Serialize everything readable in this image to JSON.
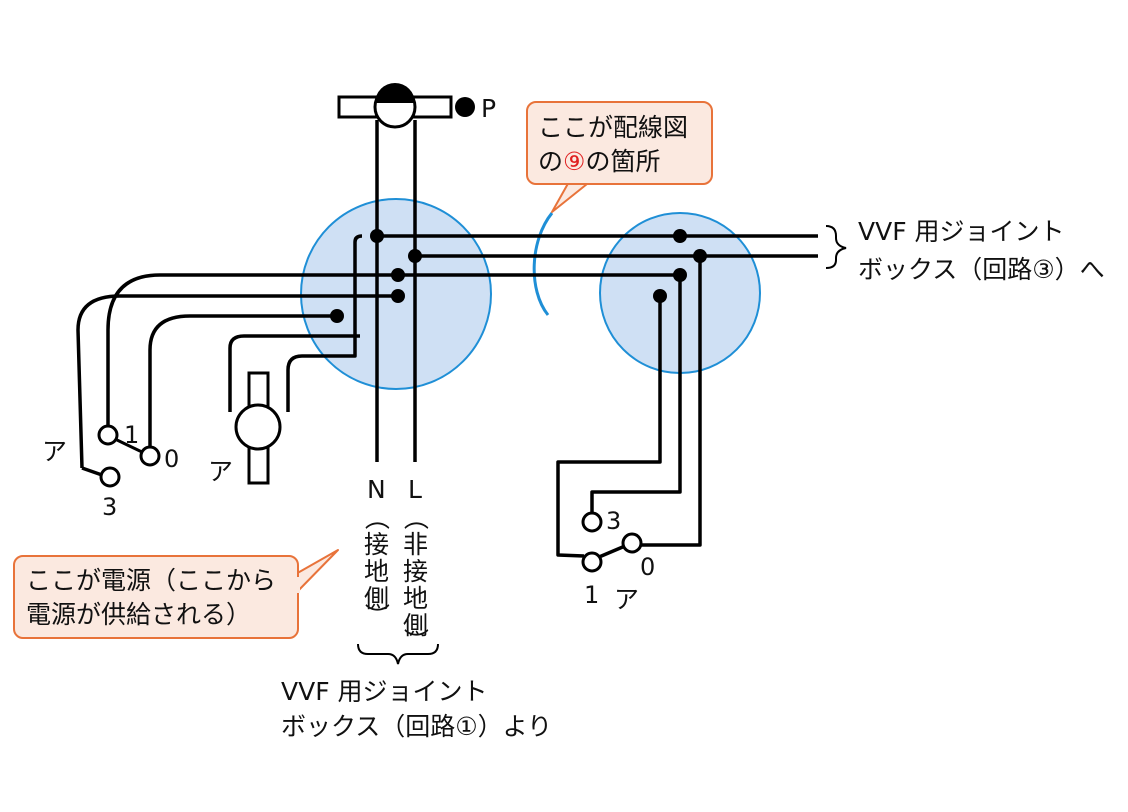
{
  "callout_top": {
    "line1": "ここが配線図",
    "line2_prefix": "の",
    "line2_mark": "⑨",
    "line2_suffix": "の箇所"
  },
  "callout_bottom": {
    "line1": "ここが電源（ここから",
    "line2": "電源が供給される）"
  },
  "lamp_label": "P",
  "right_box_label": {
    "line1": "VVF 用ジョイント",
    "line2": "ボックス（回路③）へ"
  },
  "bottom_box_label": {
    "line1": "VVF 用ジョイント",
    "line2": "ボックス（回路①）より"
  },
  "neutral": {
    "letter": "N",
    "chars": [
      "（",
      "接",
      "地",
      "側",
      "）"
    ]
  },
  "live": {
    "letter": "L",
    "chars": [
      "（",
      "非",
      "接",
      "地",
      "側",
      "）"
    ]
  },
  "left_switch": {
    "name": "ア",
    "t1": "1",
    "t0": "0",
    "t3": "3"
  },
  "outlet_label": "ア",
  "right_switch": {
    "name": "ア",
    "t3": "3",
    "t0": "0",
    "t1": "1"
  },
  "colors": {
    "box_fill": "#cfe0f4",
    "box_stroke": "#1f8fd6",
    "callout_fill": "#fbe9e0",
    "callout_stroke": "#e8733a",
    "mark_red": "#e02020",
    "wire": "#000000"
  }
}
